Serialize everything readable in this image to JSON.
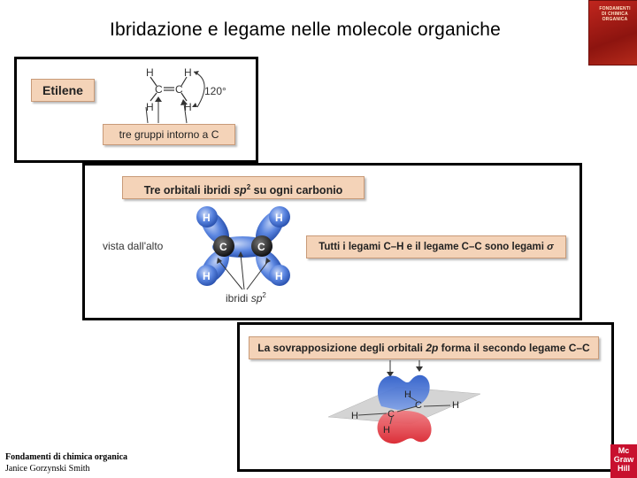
{
  "slide": {
    "title": "Ibridazione e legame nelle molecole organiche"
  },
  "book_cover": {
    "title_line1": "FONDAMENTI",
    "title_line2": "DI CHIMICA",
    "title_line3": "ORGANICA"
  },
  "panel1": {
    "molecule_label": "Etilene",
    "atoms": [
      "H",
      "C",
      "C",
      "H",
      "H",
      "H"
    ],
    "angle_label": "120°",
    "callout": "tre gruppi intorno a C"
  },
  "panel2": {
    "heading_prefix": "Tre orbitali ibridi ",
    "heading_sp": "sp",
    "heading_sup": "2",
    "heading_suffix": " su ogni carbonio",
    "view_label": "vista dall'alto",
    "atoms": [
      "H",
      "H",
      "C",
      "C",
      "H",
      "H"
    ],
    "bond_label_prefix": "Tutti i legami C–H e il legame C–C sono legami ",
    "bond_label_sigma": "σ",
    "hybrid_label_prefix": "ibridi ",
    "hybrid_label_sp": "sp",
    "hybrid_label_sup": "2"
  },
  "panel3": {
    "heading_prefix": "La sovrapposizione degli orbitali ",
    "heading_2p": "2p",
    "heading_suffix": " forma il secondo legame C–C",
    "atoms": [
      "H",
      "C",
      "H",
      "H",
      "C",
      "H"
    ]
  },
  "footer": {
    "book_title": "Fondamenti di chimica organica",
    "author": "Janice Gorzynski Smith"
  },
  "publisher_logo": {
    "line1": "Mc",
    "line2": "Graw",
    "line3": "Hill"
  },
  "colors": {
    "label_fill": "#f4d3b8",
    "carbon": "#222222",
    "orbital_blue": "#3f6fd1",
    "orbital_red": "#e0303a"
  }
}
